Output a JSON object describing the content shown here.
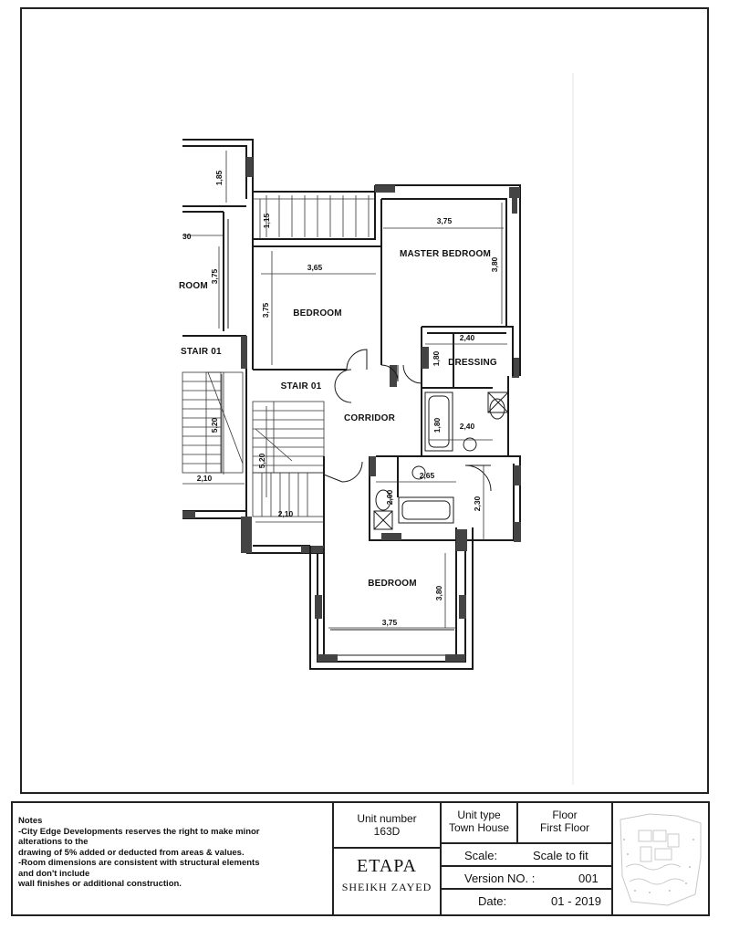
{
  "rooms": {
    "master_bedroom": "MASTER BEDROOM",
    "bedroom_top": "BEDROOM",
    "bedroom_bottom": "BEDROOM",
    "bedroom_left": "ROOM",
    "dressing": "DRESSING",
    "corridor": "CORRIDOR",
    "stair_left": "STAIR 01",
    "stair_main": "STAIR 01"
  },
  "dimensions": {
    "d_1_85": "1,85",
    "d_1_15": "1,15",
    "d_30": "30",
    "d_3_75_left": "3,75",
    "d_3_65": "3,65",
    "d_3_75_bedroom_v": "3,75",
    "d_3_75_master_h": "3,75",
    "d_3_80_master_v": "3,80",
    "d_2_40_dressing": "2,40",
    "d_1_80_dressing": "1,80",
    "d_1_80_bath": "1,80",
    "d_2_40_bath": "2,40",
    "d_5_20_left": "5,20",
    "d_5_20_mid": "5,20",
    "d_2_10_left": "2,10",
    "d_2_10_mid": "2,10",
    "d_2_65": "2,65",
    "d_2_00": "2,00",
    "d_2_30": "2,30",
    "d_3_80_bottom_v": "3,80",
    "d_3_75_bottom_h": "3,75"
  },
  "titleblock": {
    "notes": {
      "heading": "Notes",
      "line1": "-City Edge Developments reserves the right to make minor",
      "line2": "alterations to the",
      "line3": "drawing of 5% added or deducted from areas & values.",
      "line4": "-Room dimensions are consistent with structural elements",
      "line5": "and don't include",
      "line6": "wall finishes or additional construction."
    },
    "unit_number_label": "Unit number",
    "unit_number_value": "163D",
    "unit_type_label": "Unit type",
    "unit_type_value": "Town House",
    "floor_label": "Floor",
    "floor_value": "First Floor",
    "brand_name": "ETAPA",
    "brand_location": "SHEIKH ZAYED",
    "scale_label": "Scale:",
    "scale_value": "Scale to fit",
    "version_label": "Version NO. :",
    "version_value": "001",
    "date_label": "Date:",
    "date_value": "01 - 2019"
  }
}
